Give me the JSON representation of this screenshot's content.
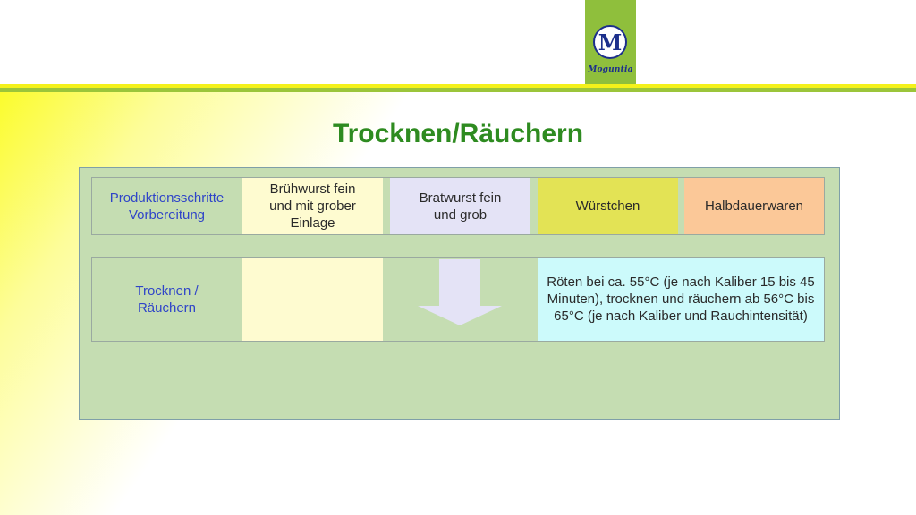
{
  "logo": {
    "letter": "M",
    "wordmark": "Moguntia"
  },
  "title": "Trocknen/Räuchern",
  "header_row": {
    "label": "Produktionsschritte Vorbereitung",
    "columns": [
      "Brühwurst fein und mit grober Einlage",
      "Bratwurst fein und grob",
      "Würstchen",
      "Halbdauerwaren"
    ]
  },
  "step_row": {
    "label": "Trocknen / Räuchern",
    "note": "Röten bei ca. 55°C (je nach Kaliber 15 bis 45 Minuten), trocknen und räuchern ab 56°C bis 65°C (je nach Kaliber und Rauchintensität)"
  },
  "colors": {
    "title": "#2e8b20",
    "label_text": "#2f44c8",
    "panel": "#c5ddb2",
    "cream": "#fefbd0",
    "lavender": "#e4e3f6",
    "yellow": "#e3e355",
    "peach": "#fbc898",
    "cyan": "#ccfafb"
  }
}
